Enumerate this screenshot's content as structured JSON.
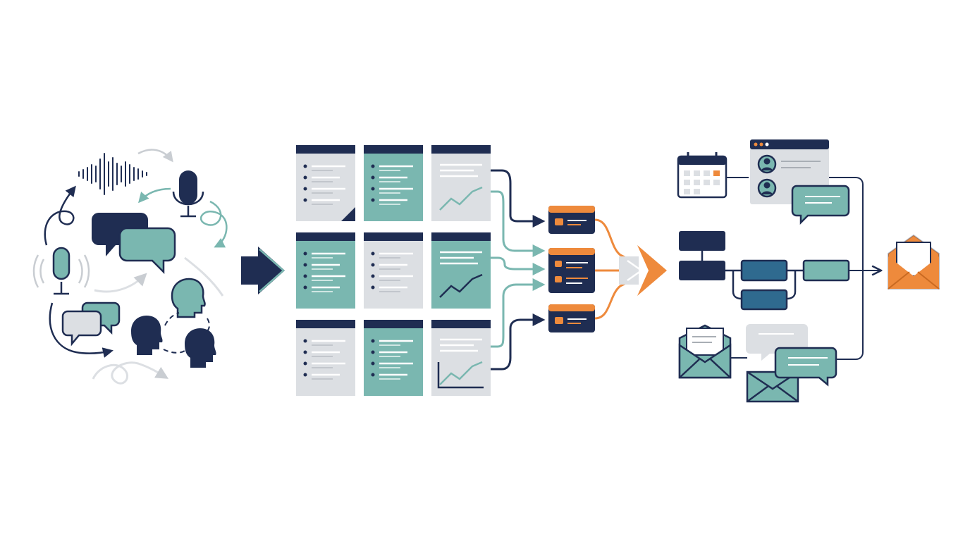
{
  "colors": {
    "navy": "#1f2d52",
    "teal": "#7ab7b0",
    "teal_dark": "#2f6a8f",
    "gray": "#dcdfe3",
    "light_gray": "#c9cdd2",
    "orange": "#ee8a3c",
    "background": "#ffffff"
  },
  "stages": [
    {
      "name": "conversation-sources",
      "icons": [
        "sound-wave-icon",
        "microphone-icon",
        "chat-bubbles-icon",
        "person-head-icon"
      ]
    },
    {
      "name": "document-grid",
      "icons": [
        "document-icon",
        "line-chart-icon"
      ]
    },
    {
      "name": "action-items",
      "icons": [
        "list-card-icon"
      ]
    },
    {
      "name": "delivery",
      "icons": [
        "calendar-icon",
        "contact-card-icon",
        "flowchart-icon",
        "envelope-icon",
        "chat-bubble-icon"
      ]
    }
  ],
  "document_grid": {
    "rows": 3,
    "columns": 3,
    "cells": [
      [
        "gray-list",
        "teal-list",
        "gray-chart"
      ],
      [
        "teal-list",
        "gray-list",
        "teal-chart"
      ],
      [
        "gray-list",
        "teal-list",
        "gray-chart"
      ]
    ]
  }
}
